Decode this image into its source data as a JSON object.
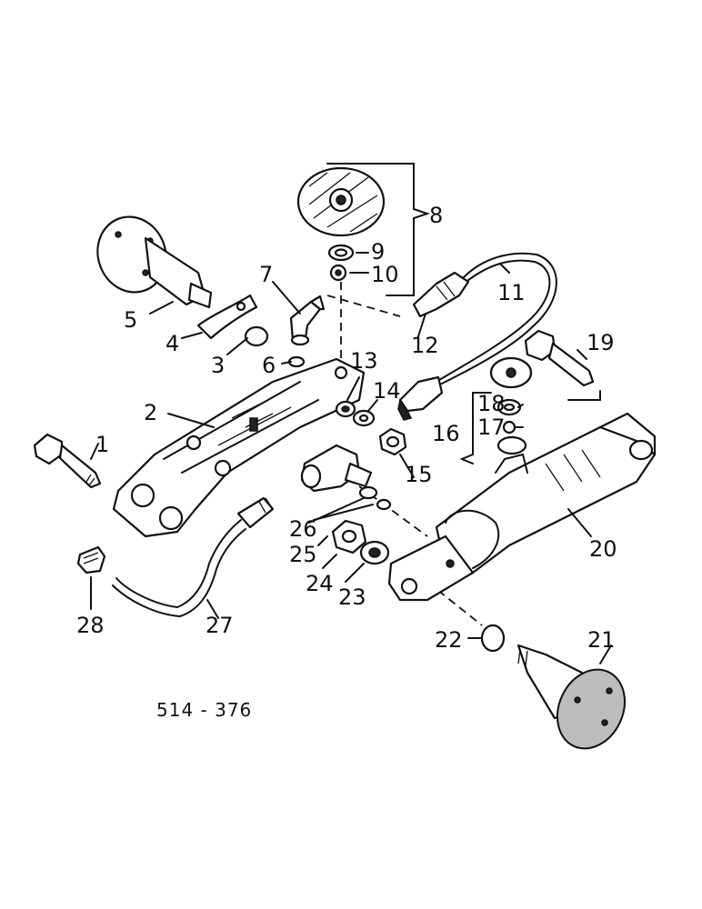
{
  "diagram_code": "514 - 376",
  "labels": {
    "l1": "1",
    "l2": "2",
    "l3": "3",
    "l4": "4",
    "l5": "5",
    "l6": "6",
    "l7": "7",
    "l8": "8",
    "l9": "9",
    "l10": "10",
    "l11": "11",
    "l12": "12",
    "l13": "13",
    "l14": "14",
    "l15": "15",
    "l16": "16",
    "l17": "17",
    "l18": "18",
    "l19": "19",
    "l20": "20",
    "l21": "21",
    "l22": "22",
    "l23": "23",
    "l24": "24",
    "l25": "25",
    "l26": "26",
    "l27": "27",
    "l28": "28"
  }
}
